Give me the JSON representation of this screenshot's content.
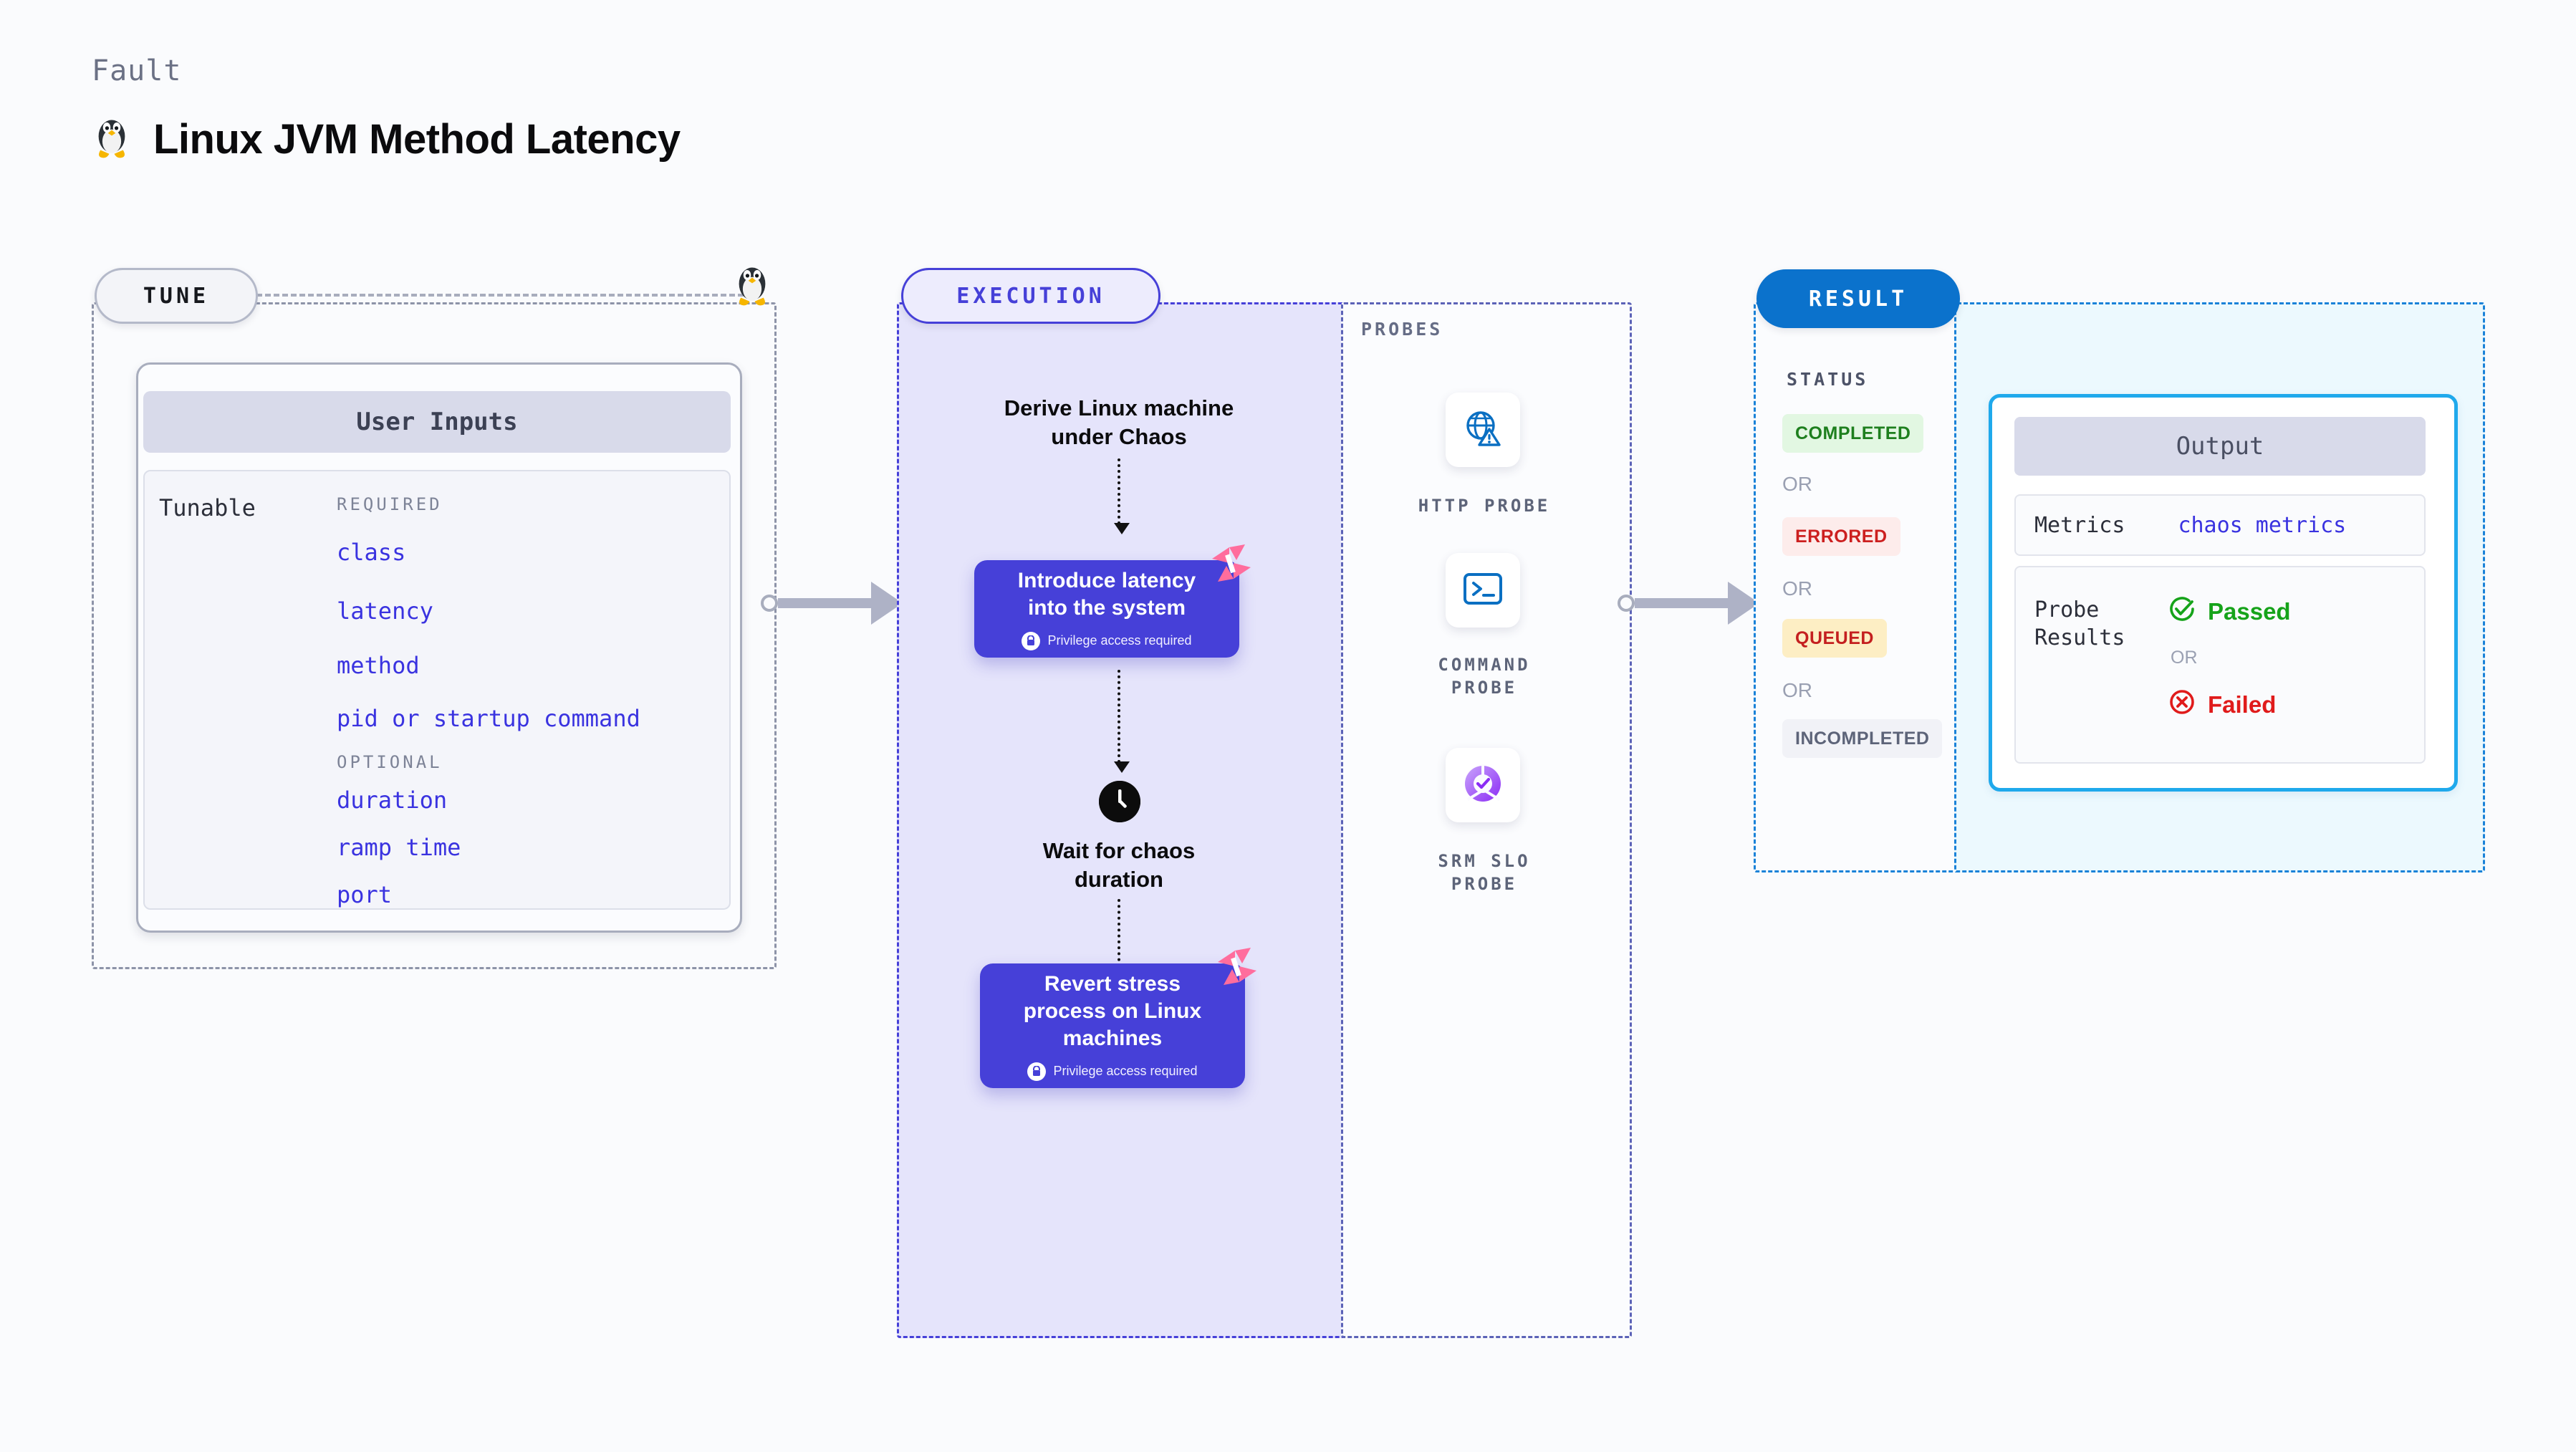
{
  "header": {
    "kicker": "Fault",
    "title": "Linux JVM Method Latency",
    "icon": "linux-penguin-icon"
  },
  "tune": {
    "pill_label": "TUNE",
    "card_header": "User Inputs",
    "tunable_label": "Tunable",
    "required_caption": "REQUIRED",
    "optional_caption": "OPTIONAL",
    "required_items": [
      "class",
      "latency",
      "method",
      "pid or startup command"
    ],
    "optional_items": [
      "duration",
      "ramp time",
      "port"
    ],
    "os_icon": "linux-penguin-icon"
  },
  "execution": {
    "pill_label": "EXECUTION",
    "step_derive": "Derive Linux machine\nunder Chaos",
    "step_inject": "Introduce latency\ninto the system",
    "step_inject_note": "Privilege access required",
    "step_wait": "Wait for chaos\nduration",
    "step_revert": "Revert stress\nprocess on Linux\nmachines",
    "step_revert_note": "Privilege access required",
    "wait_icon": "clock-icon",
    "badge_icon": "harness-logo-icon"
  },
  "probes": {
    "section_label": "PROBES",
    "items": [
      {
        "label": "HTTP  PROBE",
        "icon": "globe-warning-icon"
      },
      {
        "label": "COMMAND\nPROBE",
        "icon": "terminal-icon"
      },
      {
        "label": "SRM  SLO\nPROBE",
        "icon": "slo-check-icon"
      }
    ]
  },
  "result": {
    "pill_label": "RESULT",
    "status_label": "STATUS",
    "or_label": "OR",
    "statuses": [
      {
        "label": "COMPLETED",
        "color": "#1e7f1e",
        "bg": "#e2f7e2"
      },
      {
        "label": "ERRORED",
        "color": "#cc1f1f",
        "bg": "#fdeceb"
      },
      {
        "label": "QUEUED",
        "color": "#c41f1f",
        "bg": "#fdeec4"
      },
      {
        "label": "INCOMPLETED",
        "color": "#5d6479",
        "bg": "#f1f2f7"
      }
    ],
    "output": {
      "header": "Output",
      "metrics_label": "Metrics",
      "metrics_value": "chaos metrics",
      "probe_results_label": "Probe\nResults",
      "passed_label": "Passed",
      "or_label": "OR",
      "failed_label": "Failed",
      "passed_color": "#16a31a",
      "failed_color": "#e01b1b",
      "passed_icon": "check-circle-icon",
      "failed_icon": "x-circle-icon"
    }
  },
  "colors": {
    "execution_accent": "#4640d8",
    "result_accent": "#1a82d8",
    "tune_accent": "#8d93a8",
    "input_value": "#3a33e0",
    "harness_pink": "#ff6d9d"
  }
}
